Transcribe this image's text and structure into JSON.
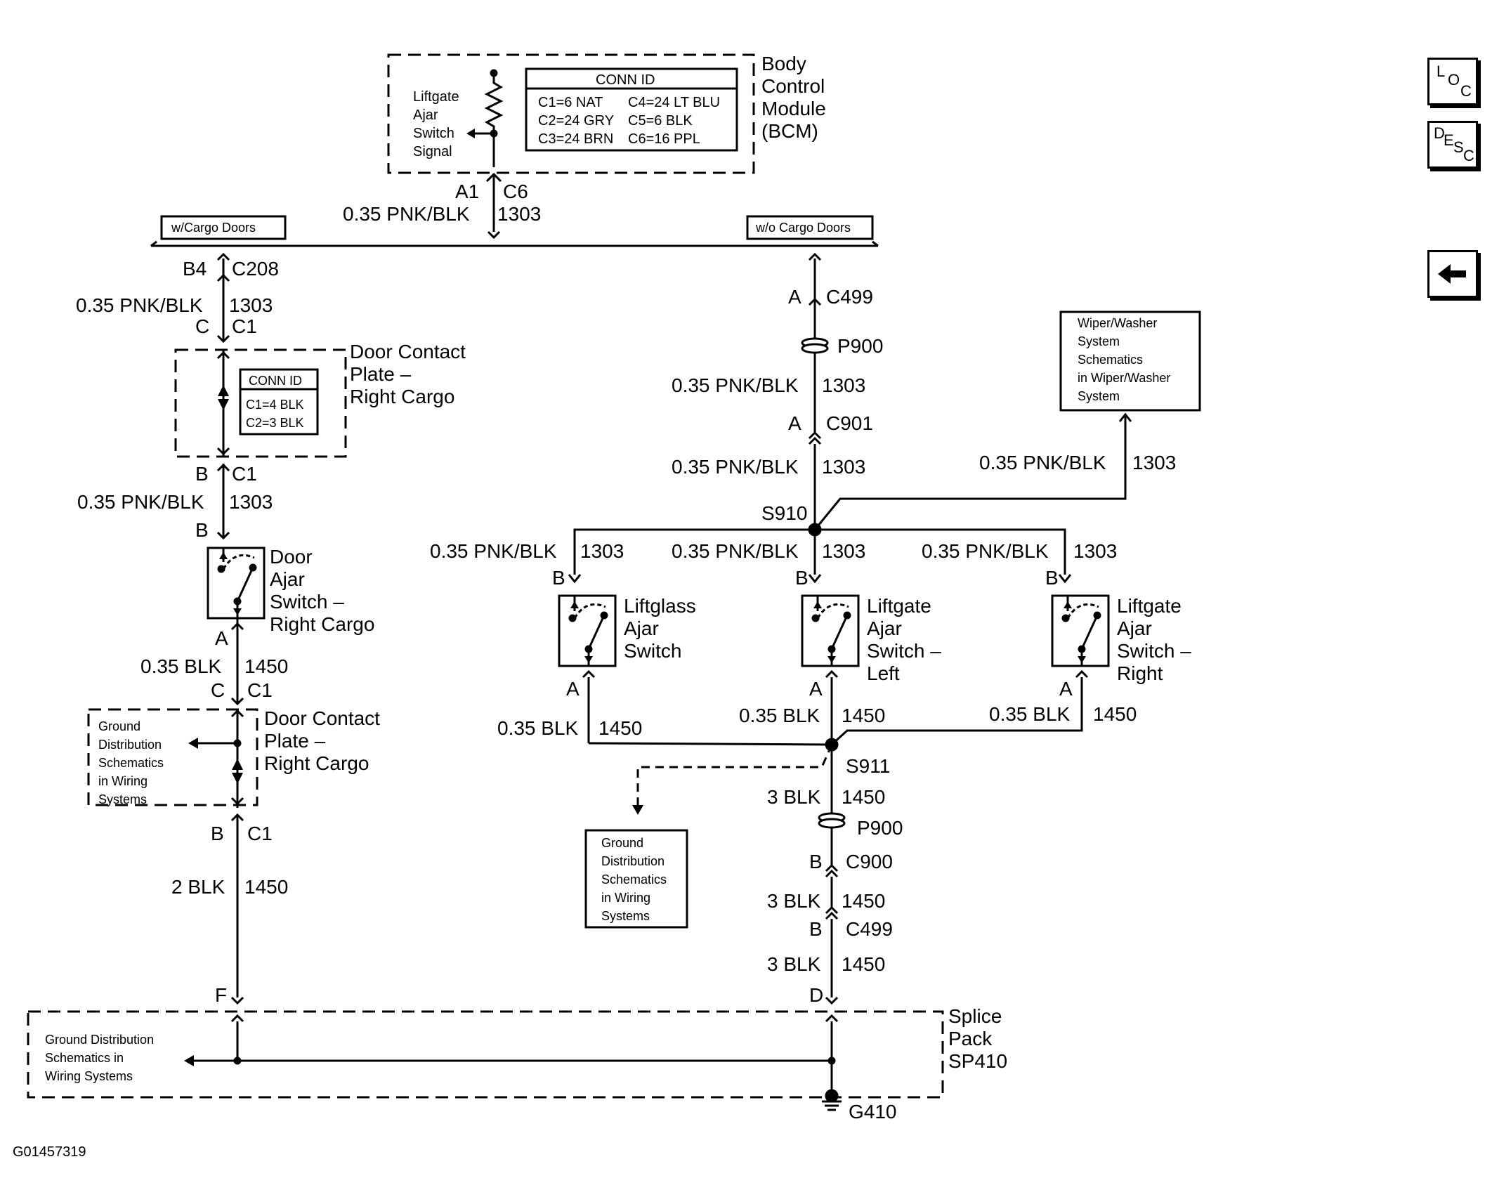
{
  "nav": {
    "loc": [
      "L",
      "O",
      "C"
    ],
    "desc": [
      "D",
      "E",
      "S",
      "C"
    ],
    "back_icon": "arrow-left-icon"
  },
  "bcm": {
    "title": [
      "Body",
      "Control",
      "Module",
      "(BCM)"
    ],
    "signal": [
      "Liftgate",
      "Ajar",
      "Switch",
      "Signal"
    ],
    "conn_id": {
      "header": "CONN ID",
      "rows": [
        [
          "C1=6 NAT",
          "C4=24 LT BLU"
        ],
        [
          "C2=24 GRY",
          "C5=6 BLK"
        ],
        [
          "C3=24 BRN",
          "C6=16 PPL"
        ]
      ]
    },
    "pin": "A1",
    "conn": "C6"
  },
  "wire_pnk": "0.35 PNK/BLK",
  "circuit_1303": "1303",
  "variants": {
    "with": "w/Cargo Doors",
    "without": "w/o Cargo Doors"
  },
  "left": {
    "b4": "B4",
    "c208": "C208",
    "c": "C",
    "c1": "C1",
    "b": "B",
    "a": "A",
    "f": "F",
    "plate_title": [
      "Door Contact",
      "Plate –",
      "Right Cargo"
    ],
    "plate_conn": {
      "header": "CONN ID",
      "rows": [
        "C1=4 BLK",
        "C2=3 BLK"
      ]
    },
    "door_switch": [
      "Door",
      "Ajar",
      "Switch –",
      "Right Cargo"
    ],
    "blk035": "0.35 BLK",
    "c1450": "1450",
    "ground_ref": [
      "Ground",
      "Distribution",
      "Schematics",
      "in Wiring",
      "Systems"
    ],
    "blk2": "2 BLK"
  },
  "right": {
    "a": "A",
    "c499": "C499",
    "p900": "P900",
    "c901": "C901",
    "s910": "S910",
    "wiper_ref": [
      "Wiper/Washer",
      "System",
      "Schematics",
      "in Wiper/Washer",
      "System"
    ],
    "b": "B",
    "liftglass": [
      "Liftglass",
      "Ajar",
      "Switch"
    ],
    "liftgate_left": [
      "Liftgate",
      "Ajar",
      "Switch –",
      "Left"
    ],
    "liftgate_right": [
      "Liftgate",
      "Ajar",
      "Switch –",
      "Right"
    ],
    "blk035": "0.35 BLK",
    "c1450": "1450",
    "s911": "S911",
    "blk3": "3 BLK",
    "c900": "C900",
    "d": "D",
    "ground_ref": [
      "Ground",
      "Distribution",
      "Schematics",
      "in Wiring",
      "Systems"
    ]
  },
  "splice": {
    "title": [
      "Splice",
      "Pack",
      "SP410"
    ],
    "ground_ref": [
      "Ground Distribution",
      "Schematics in",
      "Wiring Systems"
    ],
    "g410": "G410"
  },
  "figure_id": "G01457319"
}
